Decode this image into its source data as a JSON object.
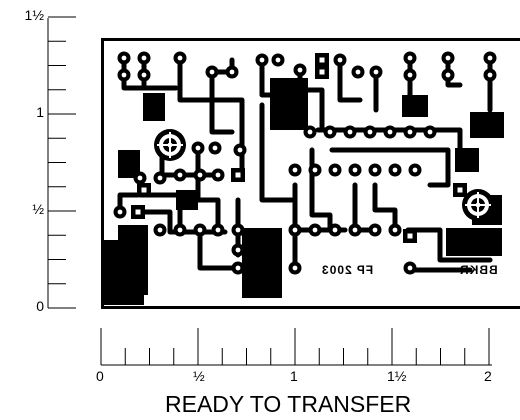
{
  "caption": "READY TO TRANSFER",
  "vertical_ruler": {
    "labels": [
      {
        "text": "1½",
        "value": 1.5
      },
      {
        "text": "1",
        "value": 1.0
      },
      {
        "text": "½",
        "value": 0.5
      },
      {
        "text": "0",
        "value": 0.0
      }
    ]
  },
  "horizontal_ruler": {
    "labels": [
      {
        "text": "0",
        "value": 0.0
      },
      {
        "text": "½",
        "value": 0.5
      },
      {
        "text": "1",
        "value": 1.0
      },
      {
        "text": "1½",
        "value": 1.5
      },
      {
        "text": "2",
        "value": 2.0
      }
    ]
  },
  "board": {
    "silkscreen": {
      "date_code": "FP 2003",
      "maker": "BBKR"
    },
    "mirrored": true
  },
  "colors": {
    "ink": "#000000",
    "paper": "#ffffff"
  }
}
